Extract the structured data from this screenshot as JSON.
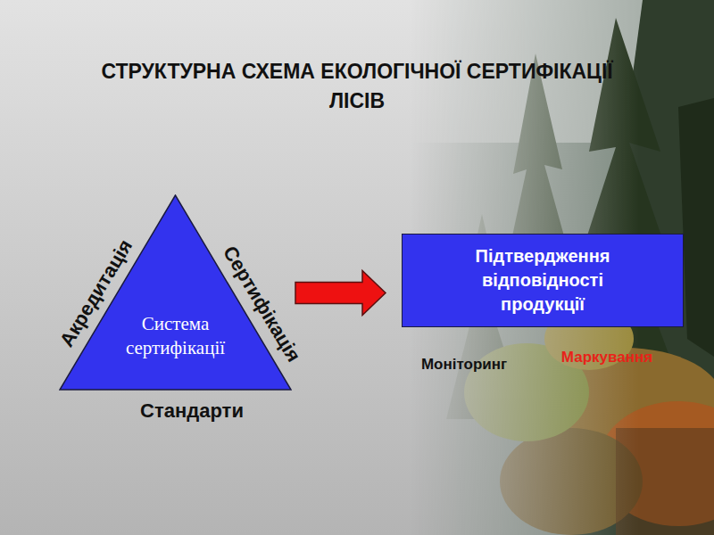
{
  "diagram": {
    "title": "СТРУКТУРНА СХЕМА ЕКОЛОГІЧНОЇ СЕРТИФІКАЦІЇ ЛІСІВ",
    "nodes": [
      {
        "text": [
          "Система сертифікації"
        ]
      },
      {
        "text": [
          "Підтвердження відповідності продукції"
        ]
      }
    ],
    "edges": [
      {
        "from": 0,
        "to": 1,
        "arrow": "to"
      }
    ],
    "labels": [
      "Акредитація",
      "Сертифікація",
      "Стандарти",
      "Моніторинг",
      "Маркування"
    ]
  }
}
